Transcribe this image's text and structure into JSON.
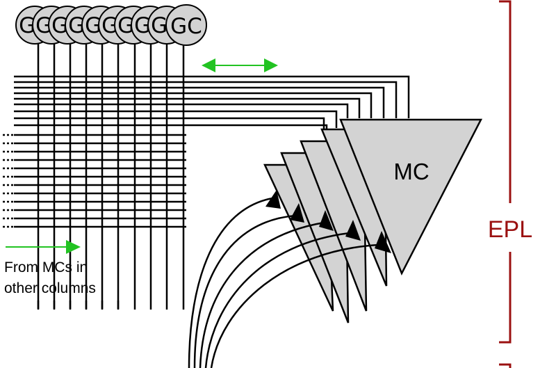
{
  "labels": {
    "gc": "GC",
    "mc": "MC",
    "epl": "EPL",
    "caption_line1": "From MCs in",
    "caption_line2": "other columns"
  },
  "colors": {
    "accent_green": "#22c322",
    "epl_red": "#9b1111",
    "fill_gray": "#d3d3d3",
    "stroke": "#000000"
  }
}
